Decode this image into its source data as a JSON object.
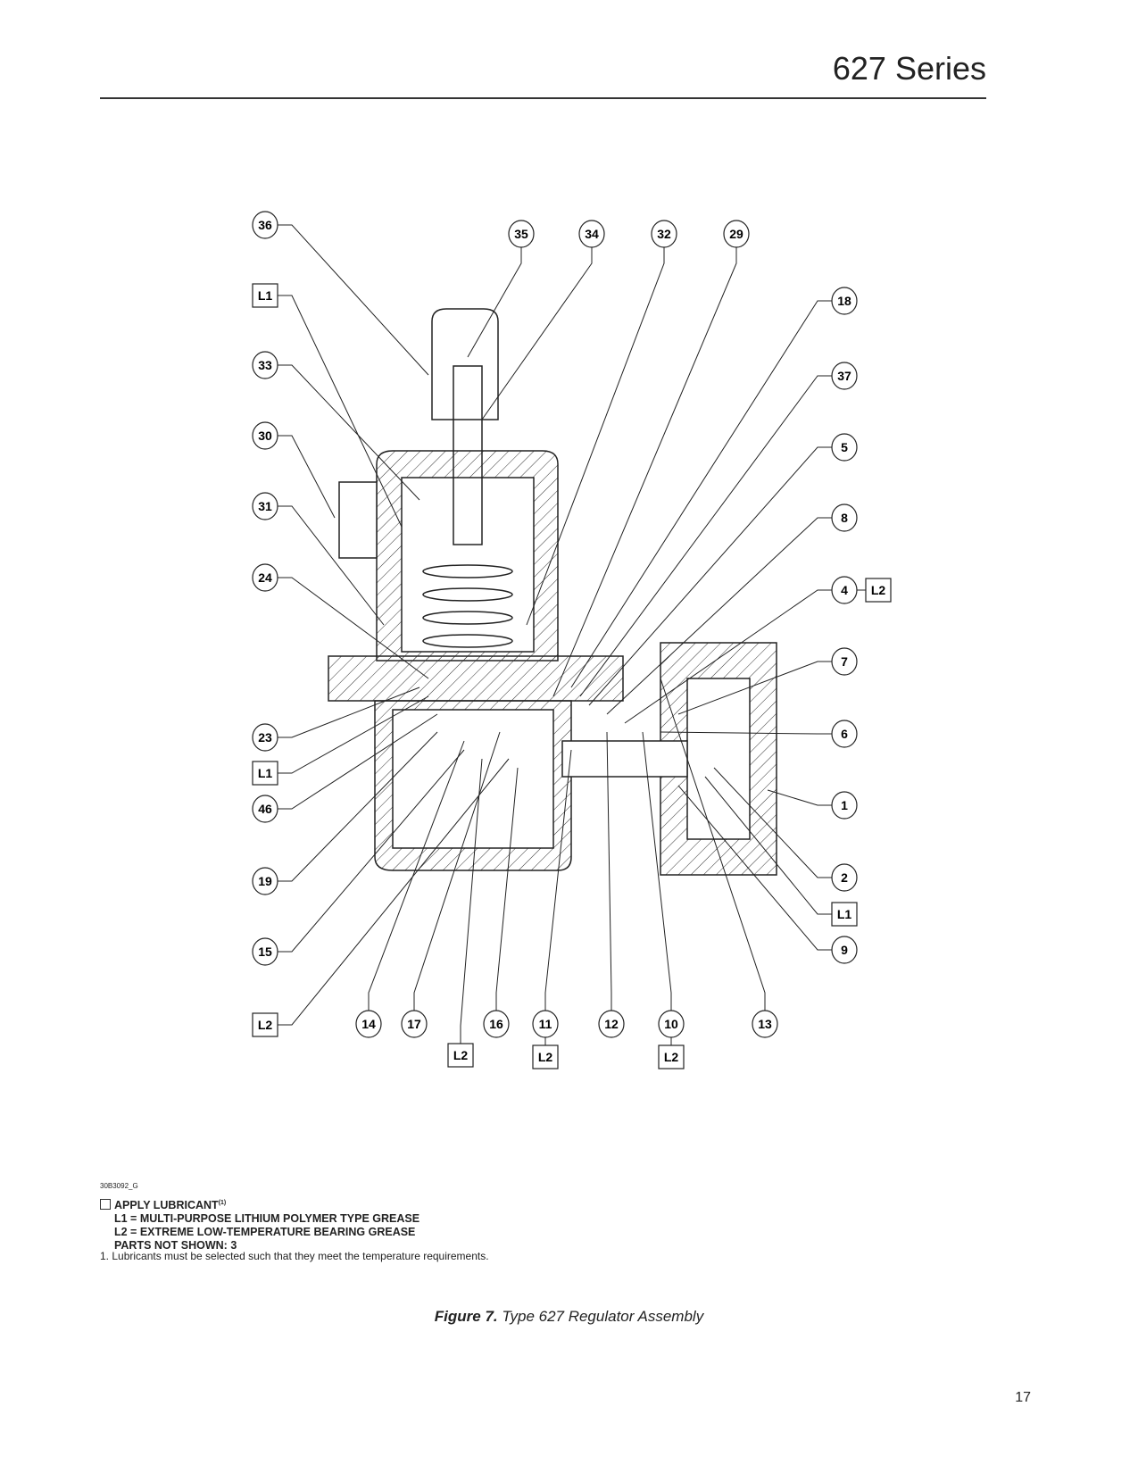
{
  "header": {
    "title": "627 Series"
  },
  "figure": {
    "drawing_code": "30B3092_G",
    "caption_label": "Figure 7.",
    "caption_text": " Type 627 Regulator Assembly",
    "callouts_left": [
      "36",
      "L1",
      "33",
      "30",
      "31",
      "24",
      "23",
      "L1",
      "46",
      "19",
      "15",
      "L2"
    ],
    "callouts_top": [
      "35",
      "34",
      "32",
      "29"
    ],
    "callouts_right": [
      "18",
      "37",
      "5",
      "8",
      "4",
      "7",
      "6",
      "1",
      "2",
      "L1",
      "9"
    ],
    "callout_right_extra": "L2",
    "callouts_bottom": [
      "14",
      "17",
      "L2",
      "16",
      "11",
      "12",
      "10",
      "13"
    ],
    "callouts_bottom_sub": [
      "L2",
      "L2"
    ]
  },
  "legend": {
    "title": "APPLY LUBRICANT",
    "title_note": "(1)",
    "lines": [
      "L1 = MULTI-PURPOSE LITHIUM POLYMER TYPE GREASE",
      "L2 = EXTREME LOW-TEMPERATURE BEARING GREASE",
      "PARTS NOT SHOWN: 3"
    ]
  },
  "footnote": "1. Lubricants must be selected such that they meet the temperature requirements.",
  "page_number": "17"
}
